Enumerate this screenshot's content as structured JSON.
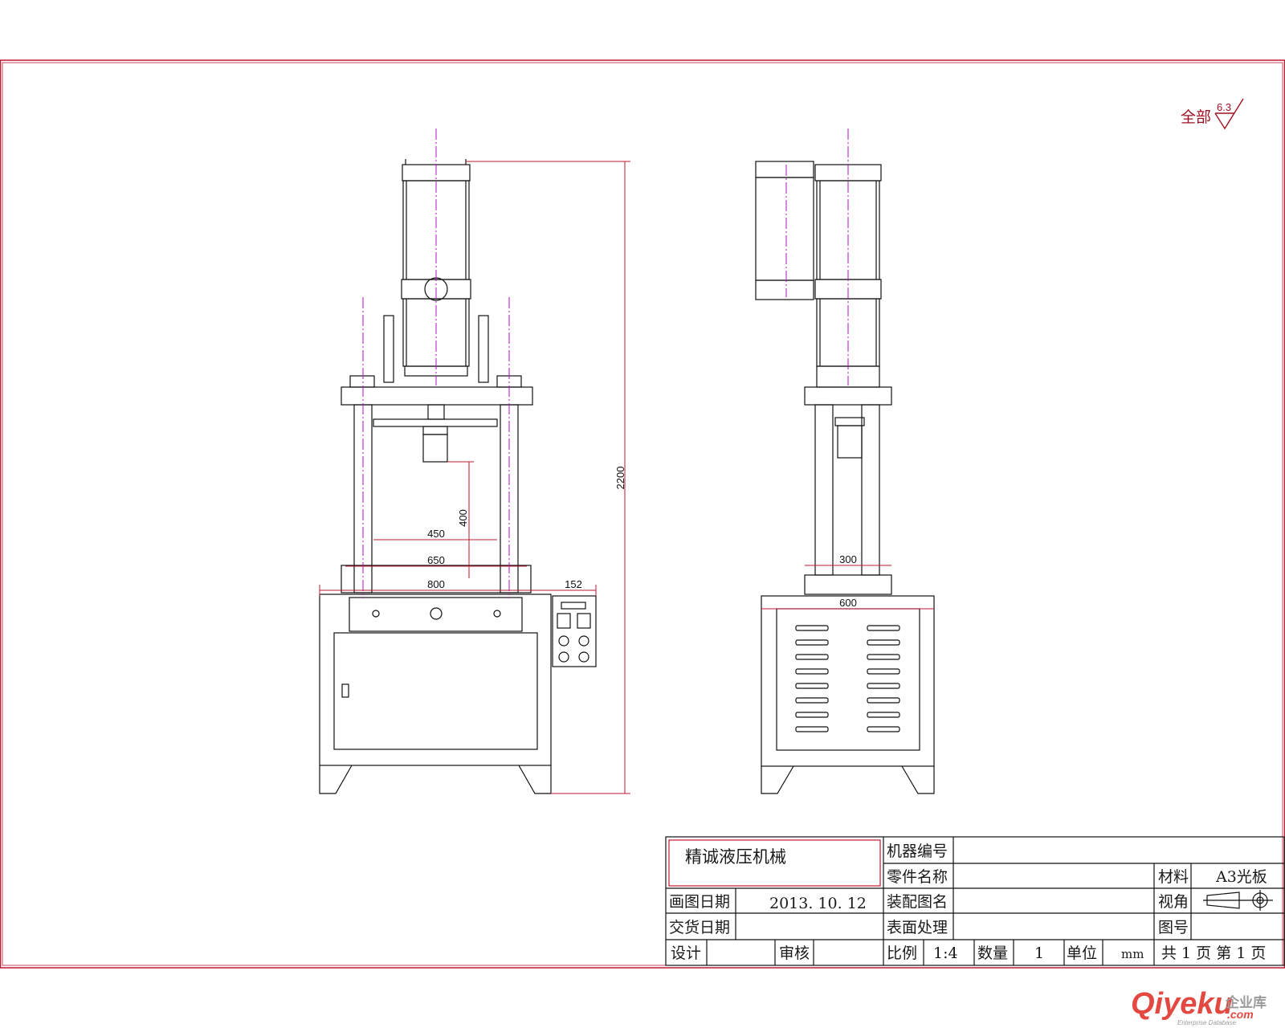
{
  "colors": {
    "frame": "#c01830",
    "linework": "#111111",
    "centerline": "#b010c0",
    "dimension": "#c01830",
    "watermark_red": "#e02a20",
    "watermark_grey": "#8a8a8a"
  },
  "surface_note": {
    "label": "全部",
    "roughness": "6.3"
  },
  "dimensions": {
    "overall_height": "2200",
    "stroke": "400",
    "inner_width": "450",
    "column_span": "650",
    "base_width": "800",
    "control_box_width": "152",
    "side_column_span": "300",
    "side_base_width": "600"
  },
  "title_block": {
    "company": "精诚液压机械",
    "machine_no_label": "机器编号",
    "machine_no_value": "",
    "part_name_label": "零件名称",
    "part_name_value": "",
    "material_label": "材料",
    "material_value": "A3光板",
    "drawing_date_label": "画图日期",
    "drawing_date_value": "2013. 10. 12",
    "assembly_label": "装配图名",
    "assembly_value": "",
    "view_label": "视角",
    "delivery_label": "交货日期",
    "delivery_value": "",
    "surface_label": "表面处理",
    "surface_value": "",
    "drawing_no_label": "图号",
    "drawing_no_value": "",
    "design_label": "设计",
    "design_value": "",
    "review_label": "审核",
    "review_value": "",
    "scale_label": "比例",
    "scale_value": "1:4",
    "quantity_label": "数量",
    "quantity_value": "1",
    "unit_label": "单位",
    "unit_value": "mm",
    "pages": "共 1 页 第 1 页"
  },
  "watermark": {
    "brand": "Qiyeku",
    "cn": "企业库",
    "domain": ".com",
    "tagline": "Enterprise Database"
  }
}
